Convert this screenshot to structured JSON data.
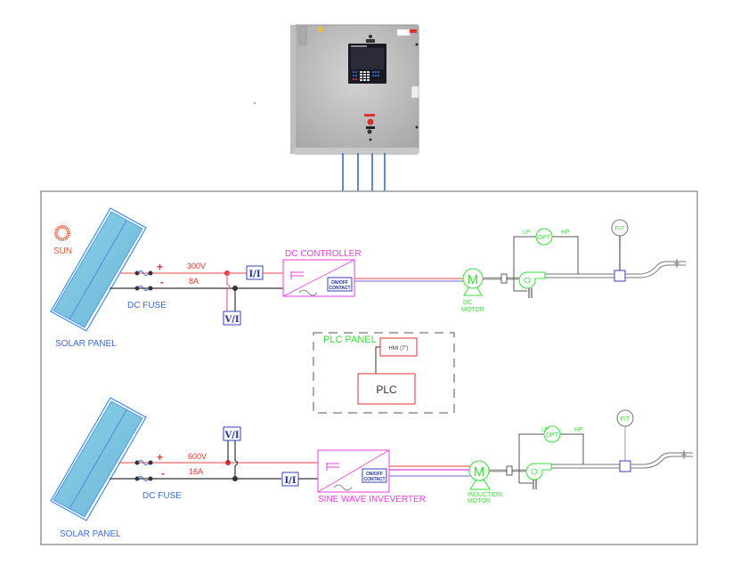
{
  "control_panel": {
    "image": "plc-control-cabinet",
    "cable_count": 4
  },
  "top_system": {
    "sun_label": "SUN",
    "panel_label": "SOLAR PANEL",
    "fuse_label": "DC FUSE",
    "plus": "+",
    "minus": "-",
    "voltage": "300V",
    "current": "8A",
    "current_sensor": "I/I",
    "voltage_sensor": "V/I",
    "converter_label": "DC CONTROLLER",
    "contact_label_1": "ON/OFF",
    "contact_label_2": "CONTACT",
    "motor_symbol": "M",
    "motor_label_1": "DC",
    "motor_label_2": "MOTOR",
    "dpt": "DPT",
    "lp": "LP",
    "hp": "HP",
    "fit": "FIT"
  },
  "plc_panel": {
    "title": "PLC PANEL",
    "hmi": "HMI (7\")",
    "plc": "PLC"
  },
  "bottom_system": {
    "panel_label": "SOLAR PANEL",
    "fuse_label": "DC FUSE",
    "plus": "+",
    "minus": "-",
    "voltage": "600V",
    "current": "16A",
    "current_sensor": "I/I",
    "voltage_sensor": "V/I",
    "converter_label": "SINE WAVE INVEVERTER",
    "contact_label_1": "ON/OFF",
    "contact_label_2": "CONTACT",
    "motor_symbol": "M",
    "motor_label_1": "INDUCTION",
    "motor_label_2": "MOTOR",
    "dpt": "DPT",
    "lp": "LP",
    "hp": "HP",
    "fit": "FIT"
  },
  "colors": {
    "positive_wire": "#f06a6a",
    "negative_wire": "#333333",
    "panel_blue": "#7ec4e0",
    "converter": "#e83ee0",
    "sensor": "#3040c0",
    "instrument": "#39e039",
    "plc_box": "#e03030"
  }
}
